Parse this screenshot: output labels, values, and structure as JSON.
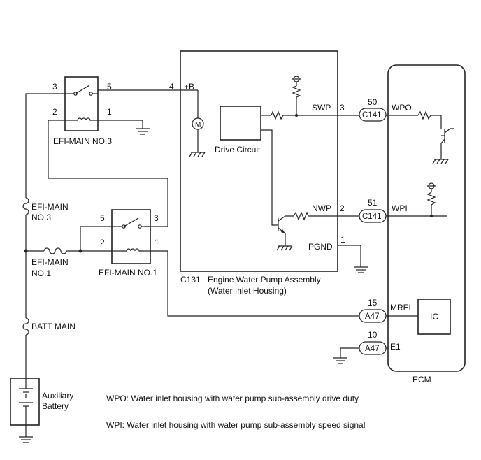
{
  "relay_efi_main3": {
    "label": "EFI-MAIN NO.3",
    "pin3": "3",
    "pin5": "5",
    "pin2": "2",
    "pin1": "1"
  },
  "relay_efi_main1": {
    "label": "EFI-MAIN NO.1",
    "pin5": "5",
    "pin3": "3",
    "pin2": "2",
    "pin1": "1"
  },
  "fuse_efi_main3": {
    "label_line1": "EFI-MAIN",
    "label_line2": "NO.3"
  },
  "fuse_efi_main1": {
    "label_line1": "EFI-MAIN",
    "label_line2": "NO.1"
  },
  "fuse_batt_main": {
    "label": "BATT MAIN"
  },
  "battery": {
    "label_line1": "Auxiliary",
    "label_line2": "Battery"
  },
  "pump": {
    "code": "C131",
    "name_line1": "Engine Water Pump Assembly",
    "name_line2": "(Water Inlet Housing)",
    "drive_circuit": "Drive Circuit",
    "motor": "M",
    "pins": {
      "plus_b": {
        "num": "4",
        "name": "+B"
      },
      "swp": {
        "num": "3",
        "name": "SWP"
      },
      "nwp": {
        "num": "2",
        "name": "NWP"
      },
      "pgnd": {
        "num": "1",
        "name": "PGND"
      }
    }
  },
  "ecm": {
    "label": "ECM",
    "ic": "IC",
    "terminals": {
      "wpo": {
        "num": "50",
        "connector": "C141",
        "name": "WPO"
      },
      "wpi": {
        "num": "51",
        "connector": "C141",
        "name": "WPI"
      },
      "mrel": {
        "num": "15",
        "connector": "A47",
        "name": "MREL"
      },
      "e1": {
        "num": "10",
        "connector": "A47",
        "name": "E1"
      }
    }
  },
  "notes": {
    "wpo": "WPO: Water inlet housing with water pump sub-assembly drive duty",
    "wpi": "WPI: Water inlet housing with water pump sub-assembly speed signal"
  }
}
